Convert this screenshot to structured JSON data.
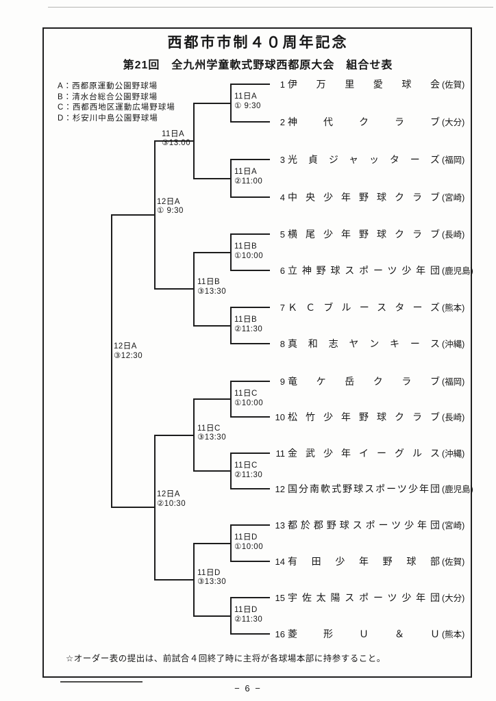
{
  "title": {
    "line1": "西都市市制４０周年記念",
    "line2": "第21回　全九州学童軟式野球西都原大会　組合せ表"
  },
  "venues": [
    {
      "key": "A：",
      "name": "西都原運動公園野球場"
    },
    {
      "key": "B：",
      "name": "清水台総合公園野球場"
    },
    {
      "key": "C：",
      "name": "西都西地区運動広場野球場"
    },
    {
      "key": "D：",
      "name": "杉安川中島公園野球場"
    }
  ],
  "teams": [
    {
      "no": "1",
      "name": "伊万里愛球会",
      "pref": "(佐賀)"
    },
    {
      "no": "2",
      "name": "神代クラブ",
      "pref": "(大分)"
    },
    {
      "no": "3",
      "name": "光貞ジャッターズ",
      "pref": "(福岡)"
    },
    {
      "no": "4",
      "name": "中央少年野球クラブ",
      "pref": "(宮崎)"
    },
    {
      "no": "5",
      "name": "横尾少年野球クラブ",
      "pref": "(長崎)"
    },
    {
      "no": "6",
      "name": "立神野球スポーツ少年団",
      "pref": "(鹿児島)"
    },
    {
      "no": "7",
      "name": "ＫＣブルースターズ",
      "pref": "(熊本)"
    },
    {
      "no": "8",
      "name": "真和志ヤンキース",
      "pref": "(沖縄)"
    },
    {
      "no": "9",
      "name": "竜ケ岳クラブ",
      "pref": "(福岡)"
    },
    {
      "no": "10",
      "name": "松竹少年野球クラブ",
      "pref": "(長崎)"
    },
    {
      "no": "11",
      "name": "金武少年イーグルス",
      "pref": "(沖縄)"
    },
    {
      "no": "12",
      "name": "国分南軟式野球スポーツ少年団",
      "pref": "(鹿児島)"
    },
    {
      "no": "13",
      "name": "都於郡野球スポーツ少年団",
      "pref": "(宮崎)"
    },
    {
      "no": "14",
      "name": "有田少年野球部",
      "pref": "(佐賀)"
    },
    {
      "no": "15",
      "name": "宇佐太陽スポーツ少年団",
      "pref": "(大分)"
    },
    {
      "no": "16",
      "name": "菱形Ｕ＆Ｕ",
      "pref": "(熊本)"
    }
  ],
  "matches": {
    "round1": [
      {
        "venue": "11日A",
        "time": "① 9:30"
      },
      {
        "venue": "11日A",
        "time": "②11:00"
      },
      {
        "venue": "11日B",
        "time": "①10:00"
      },
      {
        "venue": "11日B",
        "time": "②11:30"
      },
      {
        "venue": "11日C",
        "time": "①10:00"
      },
      {
        "venue": "11日C",
        "time": "②11:30"
      },
      {
        "venue": "11日D",
        "time": "①10:00"
      },
      {
        "venue": "11日D",
        "time": "②11:30"
      }
    ],
    "quarterfinals": [
      {
        "venue": "11日A",
        "time": "③13:00"
      },
      {
        "venue": "11日B",
        "time": "③13:30"
      },
      {
        "venue": "11日C",
        "time": "③13:30"
      },
      {
        "venue": "11日D",
        "time": "③13:30"
      }
    ],
    "semifinals": [
      {
        "venue": "12日A",
        "time": "① 9:30"
      },
      {
        "venue": "12日A",
        "time": "②10:30"
      }
    ],
    "final": {
      "venue": "12日A",
      "time": "③12:30"
    }
  },
  "footnote": "☆オーダー表の提出は、前試合４回終了時に主将が各球場本部に持参すること。",
  "page_number": "− 6 −"
}
